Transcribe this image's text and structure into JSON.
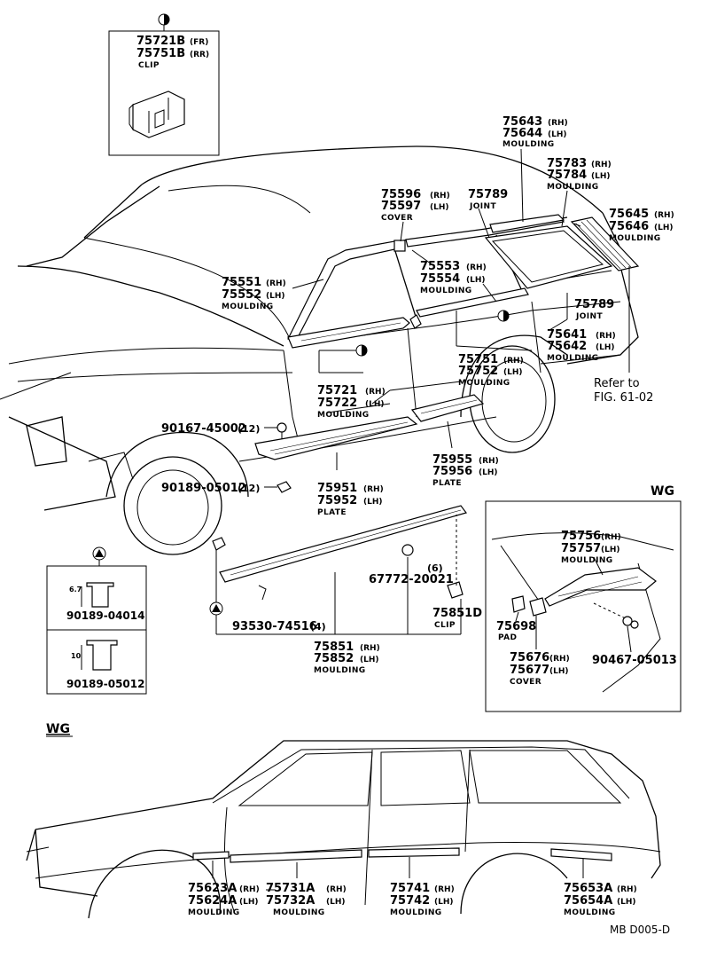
{
  "sections": {
    "wg_top": "WG",
    "wg_bottom": "WG"
  },
  "labels": {
    "clip_75721b": "75721B",
    "clip_75721b_sfx": "(FR)",
    "clip_75751b": "75751B",
    "clip_75751b_sfx": "(RR)",
    "clip_name": "CLIP",
    "m75643": "75643",
    "m75643_sfx": "(RH)",
    "m75644": "75644",
    "m75644_sfx": "(LH)",
    "m75643_name": "MOULDING",
    "m75783": "75783",
    "m75783_sfx": "(RH)",
    "m75784": "75784",
    "m75784_sfx": "(LH)",
    "m75783_name": "MOULDING",
    "c75596": "75596",
    "c75596_sfx": "(RH)",
    "c75597": "75597",
    "c75597_sfx": "(LH)",
    "c75596_name": "COVER",
    "j75789a": "75789",
    "j75789a_name": "JOINT",
    "m75645": "75645",
    "m75645_sfx": "(RH)",
    "m75646": "75646",
    "m75646_sfx": "(LH)",
    "m75645_name": "MOULDING",
    "m75553": "75553",
    "m75553_sfx": "(RH)",
    "m75554": "75554",
    "m75554_sfx": "(LH)",
    "m75553_name": "MOULDING",
    "m75551": "75551",
    "m75551_sfx": "(RH)",
    "m75552": "75552",
    "m75552_sfx": "(LH)",
    "m75551_name": "MOULDING",
    "j75789b": "75789",
    "j75789b_name": "JOINT",
    "m75641": "75641",
    "m75641_sfx": "(RH)",
    "m75642": "75642",
    "m75642_sfx": "(LH)",
    "m75641_name": "MOULDING",
    "m75751": "75751",
    "m75751_sfx": "(RH)",
    "m75752": "75752",
    "m75752_sfx": "(LH)",
    "m75751_name": "MOULDING",
    "ref_line1": "Refer to",
    "ref_line2": "FIG. 61-02",
    "m75721": "75721",
    "m75721_sfx": "(RH)",
    "m75722": "75722",
    "m75722_sfx": "(LH)",
    "m75721_name": "MOULDING",
    "s90167": "90167-45002",
    "s90167_qty": "(12)",
    "p75955": "75955",
    "p75955_sfx": "(RH)",
    "p75956": "75956",
    "p75956_sfx": "(LH)",
    "p75955_name": "PLATE",
    "s90189a": "90189-05012",
    "s90189a_qty": "(12)",
    "p75951": "75951",
    "p75951_sfx": "(RH)",
    "p75952": "75952",
    "p75952_sfx": "(LH)",
    "p75951_name": "PLATE",
    "m75756": "75756",
    "m75756_sfx": "(RH)",
    "m75757": "75757",
    "m75757_sfx": "(LH)",
    "m75756_name": "MOULDING",
    "c67772_qty": "(6)",
    "c67772": "67772-20021",
    "c75851d": "75851D",
    "c75851d_name": "CLIP",
    "inset_dim1": "6.7",
    "inset_pn1": "90189-04014",
    "inset_dim2": "10",
    "inset_pn2": "90189-05012",
    "s93530": "93530-74516",
    "s93530_qty": "(4)",
    "m75851": "75851",
    "m75851_sfx": "(RH)",
    "m75852": "75852",
    "m75852_sfx": "(LH)",
    "m75851_name": "MOULDING",
    "pad75698": "75698",
    "pad75698_name": "PAD",
    "c75676": "75676",
    "c75676_sfx": "(RH)",
    "c75677": "75677",
    "c75677_sfx": "(LH)",
    "c75676_name": "COVER",
    "s90467": "90467-05013",
    "w75623": "75623A",
    "w75623_sfx": "(RH)",
    "w75624": "75624A",
    "w75624_sfx": "(LH)",
    "w75623_name": "MOULDING",
    "w75731": "75731A",
    "w75731_sfx": "(RH)",
    "w75732": "75732A",
    "w75732_sfx": "(LH)",
    "w75731_name": "MOULDING",
    "w75741": "75741",
    "w75741_sfx": "(RH)",
    "w75742": "75742",
    "w75742_sfx": "(LH)",
    "w75741_name": "MOULDING",
    "w75653": "75653A",
    "w75653_sfx": "(RH)",
    "w75654": "75654A",
    "w75654_sfx": "(LH)",
    "w75653_name": "MOULDING",
    "fig_code": "MB  D005-D"
  }
}
